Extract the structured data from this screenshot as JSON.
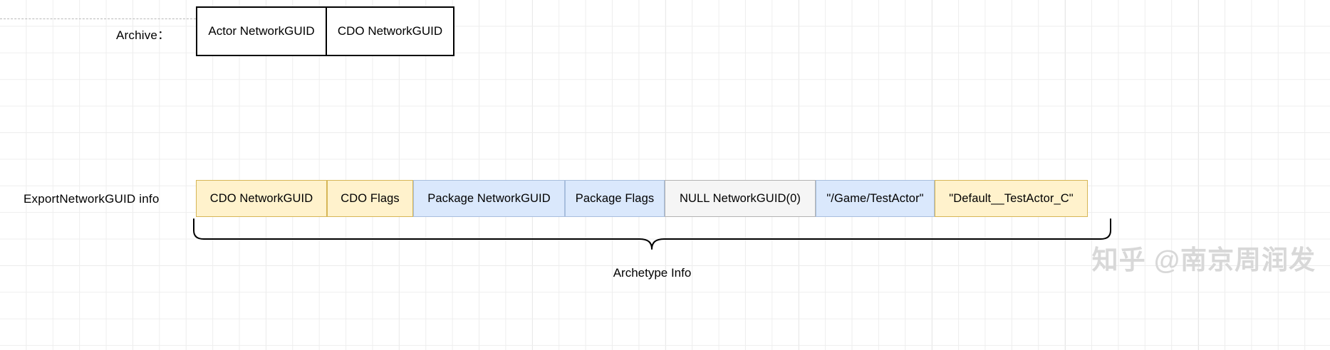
{
  "diagram": {
    "rows": [
      {
        "label": "Archive：",
        "cells": [
          {
            "text": "Actor NetworkGUID"
          },
          {
            "text": "CDO NetworkGUID"
          }
        ]
      },
      {
        "label": "ExportNetworkGUID info",
        "cells": [
          {
            "text": "CDO NetworkGUID",
            "color": "#fff2cc"
          },
          {
            "text": "CDO Flags",
            "color": "#fff2cc"
          },
          {
            "text": "Package NetworkGUID",
            "color": "#dae8fc"
          },
          {
            "text": "Package Flags",
            "color": "#dae8fc"
          },
          {
            "text": "NULL NetworkGUID(0)",
            "color": "#f5f5f5"
          },
          {
            "text": "\"/Game/TestActor\"",
            "color": "#dae8fc"
          },
          {
            "text": "\"Default__TestActor_C\"",
            "color": "#fff2cc"
          }
        ]
      }
    ],
    "annotation": {
      "brace_caption": "Archetype Info"
    },
    "watermark": "知乎 @南京周润发",
    "colors": {
      "yellow_fill": "#fff2cc",
      "yellow_stroke": "#d6b656",
      "blue_fill": "#dae8fc",
      "blue_stroke": "#a8bedd",
      "gray_fill": "#f5f5f5",
      "gray_stroke": "#b3b3b3",
      "outline": "#000000",
      "grid_minor": "#eeeeee",
      "grid_major": "#dcdcdc"
    }
  }
}
